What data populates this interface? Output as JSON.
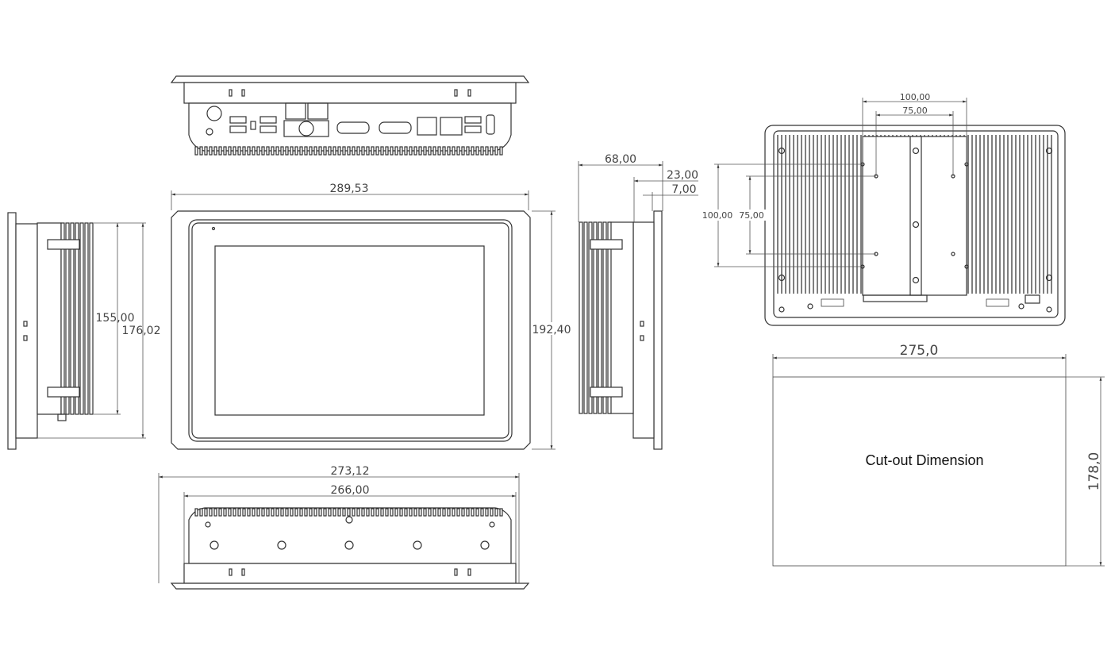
{
  "front_view": {
    "width_dim": "289,53",
    "height_dim": "192,40"
  },
  "left_side_view": {
    "inner_height_dim": "155,00",
    "outer_height_dim": "176,02"
  },
  "right_side_view": {
    "depth_dim": "68,00",
    "body_dim": "23,00",
    "bezel_dim": "7,00"
  },
  "bottom_view": {
    "outer_width_dim": "273,12",
    "inner_width_dim": "266,00"
  },
  "rear_view": {
    "vesa_outer_h": "100,00",
    "vesa_inner_h": "75,00",
    "vesa_outer_v": "100,00",
    "vesa_inner_v": "75,00"
  },
  "cutout": {
    "label": "Cut-out Dimension",
    "width_dim": "275,0",
    "height_dim": "178,0"
  }
}
